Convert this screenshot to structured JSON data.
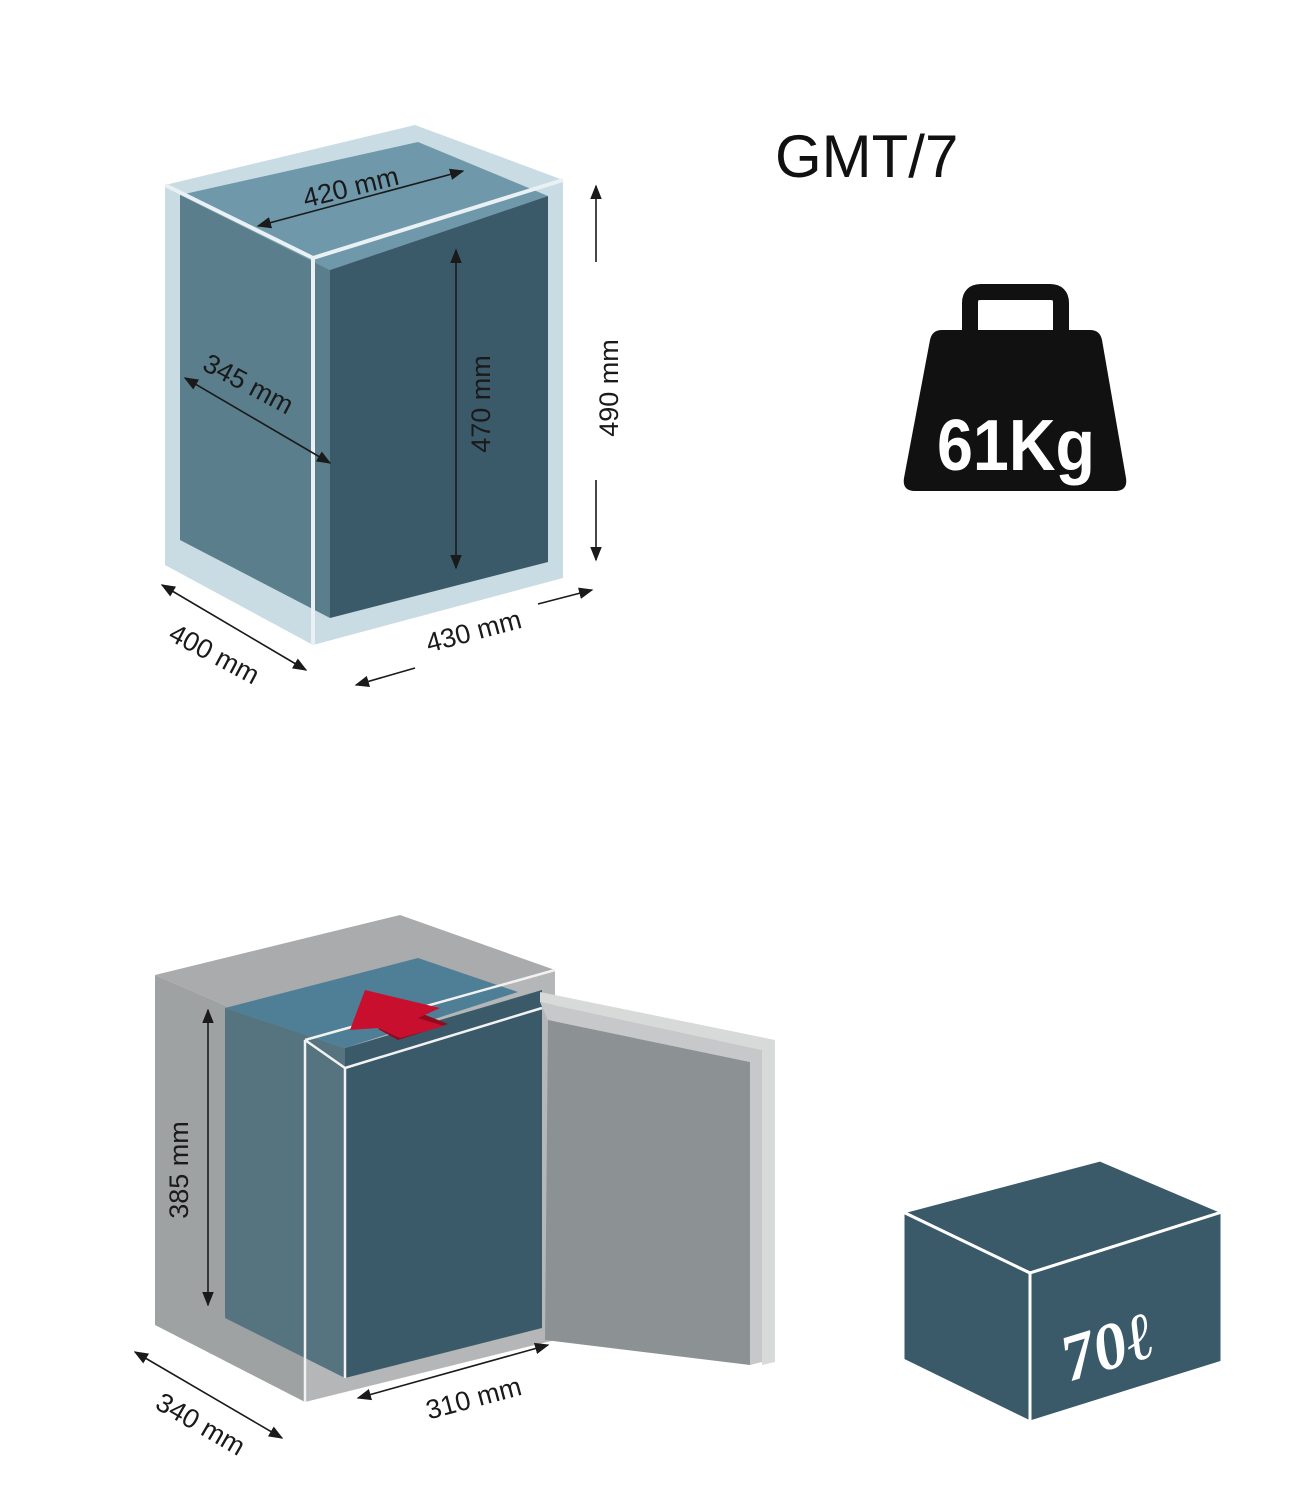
{
  "model": "GMT/7",
  "weight_label": "61Kg",
  "volume_label": "70ℓ",
  "external": {
    "top_width": "420 mm",
    "inner_depth": "345 mm",
    "inner_height": "470 mm",
    "total_height": "490 mm",
    "base_depth": "400 mm",
    "base_width": "430 mm"
  },
  "internal": {
    "height": "385 mm",
    "depth": "340 mm",
    "width": "310 mm"
  },
  "colors": {
    "dark_teal": "#3a5a6a",
    "mid_teal": "#5a7e8c",
    "top_teal": "#6f98ab",
    "glass": "#c9dbe3",
    "grey_shell": "#a9abac",
    "door_grey": "#8c9294",
    "arrow_red": "#c8102e",
    "black": "#111111"
  }
}
